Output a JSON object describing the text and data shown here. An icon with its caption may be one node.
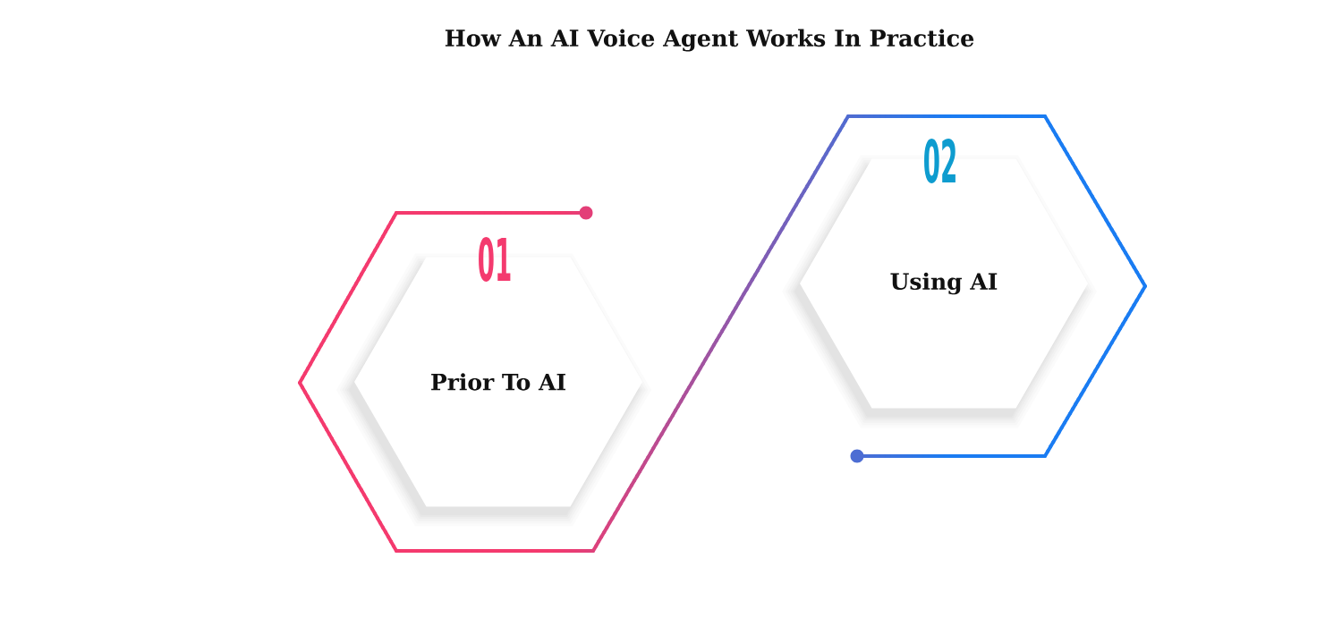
{
  "diagram": {
    "title": "How An AI Voice Agent Works In Practice",
    "nodes": [
      {
        "text": [
          "01",
          "Prior To AI"
        ]
      },
      {
        "text": [
          "02",
          "Using AI"
        ]
      }
    ]
  }
}
